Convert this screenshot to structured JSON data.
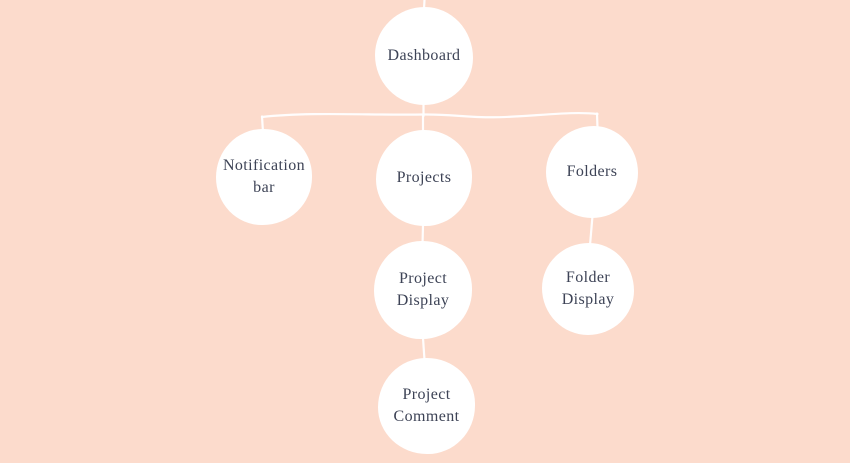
{
  "diagram": {
    "type": "tree-flowchart",
    "background_color": "#fcdbcc",
    "node_fill_color": "#ffffff",
    "text_color": "#3d4356",
    "line_color": "#ffffff",
    "nodes": {
      "dashboard": {
        "label": "Dashboard"
      },
      "notification_bar": {
        "label": "Notification bar"
      },
      "projects": {
        "label": "Projects"
      },
      "folders": {
        "label": "Folders"
      },
      "project_display": {
        "label": "Project Display"
      },
      "folder_display": {
        "label": "Folder Display"
      },
      "project_comment": {
        "label": "Project Comment"
      }
    },
    "edges": [
      {
        "from": "dashboard",
        "to": "notification_bar"
      },
      {
        "from": "dashboard",
        "to": "projects"
      },
      {
        "from": "dashboard",
        "to": "folders"
      },
      {
        "from": "projects",
        "to": "project_display"
      },
      {
        "from": "folders",
        "to": "folder_display"
      },
      {
        "from": "project_display",
        "to": "project_comment"
      }
    ]
  }
}
